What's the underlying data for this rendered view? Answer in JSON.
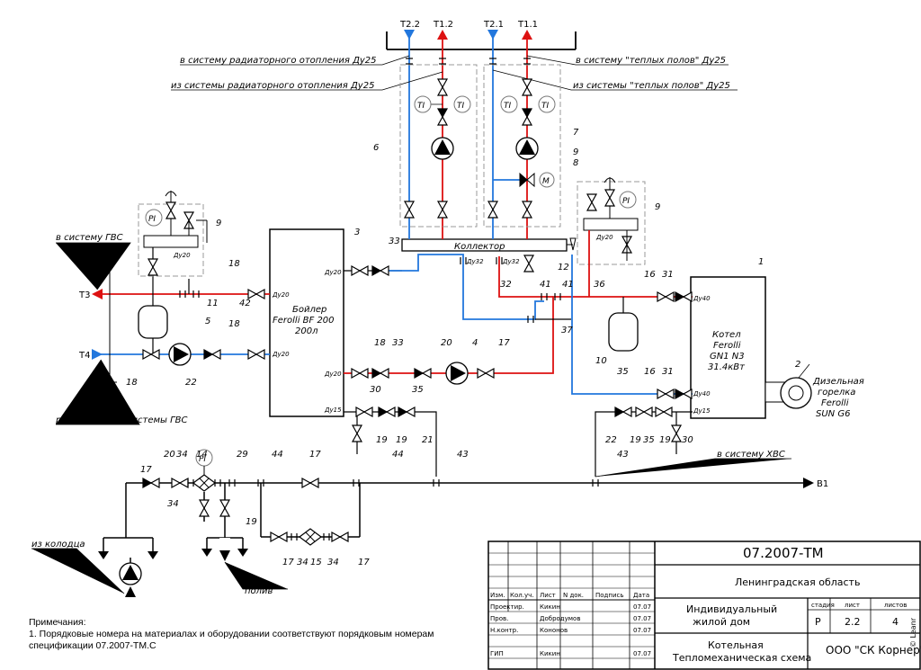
{
  "ports": {
    "t22": "T2.2",
    "t12": "T1.2",
    "t21": "T2.1",
    "t11": "T1.1",
    "t3": "T3",
    "t4": "T4",
    "b1": "B1"
  },
  "labels": {
    "to_radiator": "в систему радиаторного отопления Ду25",
    "from_radiator": "из системы радиаторного отопления Ду25",
    "to_floor": "в систему \"теплых полов\" Ду25",
    "from_floor": "из системы \"теплых полов\" Ду25",
    "to_dhw": "в систему ГВС",
    "recirc": "рециркуляция системы ГВС",
    "from_well": "из колодца",
    "watering": "полив",
    "to_cold": "в систему ХВС"
  },
  "equipment": {
    "boiler_l1": "Бойлер",
    "boiler_l2": "Ferolli BF 200",
    "boiler_l3": "200л",
    "kotel_l1": "Котел",
    "kotel_l2": "Ferolli",
    "kotel_l3": "GN1 N3",
    "kotel_l4": "31.4кВт",
    "burner_l1": "Дизельная",
    "burner_l2": "горелка",
    "burner_l3": "Ferolli",
    "burner_l4": "SUN G6",
    "collector": "Коллектор",
    "ti": "TI",
    "pi": "PI",
    "m": "M"
  },
  "dn": {
    "d20": "Ду20",
    "d40": "Ду40",
    "d15": "Ду15",
    "d32": "Ду32"
  },
  "numbers": [
    "1",
    "2",
    "3",
    "4",
    "5",
    "6",
    "7",
    "8",
    "9",
    "9",
    "9",
    "10",
    "11",
    "12",
    "14",
    "15",
    "16",
    "16",
    "17",
    "17",
    "17",
    "17",
    "17",
    "18",
    "18",
    "18",
    "18",
    "19",
    "19",
    "19",
    "19",
    "19",
    "20",
    "20",
    "21",
    "22",
    "22",
    "29",
    "30",
    "30",
    "31",
    "31",
    "32",
    "33",
    "33",
    "34",
    "34",
    "34",
    "34",
    "35",
    "35",
    "35",
    "36",
    "37",
    "41",
    "41",
    "42",
    "43",
    "43",
    "44",
    "44"
  ],
  "notes": {
    "title": "Примечания:",
    "line1": "1. Порядковые номера на материалах и оборудовании соответствуют порядковым номерам",
    "line2": "спецификации 07.2007-ТМ.С"
  },
  "stamp": {
    "code": "07.2007-ТМ",
    "region": "Ленинградская область",
    "object_l1": "Индивидуальный",
    "object_l2": "жилой дом",
    "sheet_l1": "Котельная",
    "sheet_l2": "Тепломеханическая схема",
    "company": "ООО \"СК Корнер\"",
    "h_izm": "Изм.",
    "h_kol": "Кол.уч.",
    "h_list": "Лист",
    "h_ndok": "N док.",
    "h_podp": "Подпись",
    "h_data": "Дата",
    "r1_role": "Проектир.",
    "r1_name": "Кикин",
    "r1_date": "07.07",
    "r2_role": "Пров.",
    "r2_name": "Добродумов",
    "r2_date": "07.07",
    "r3_role": "Н.контр.",
    "r3_name": "Кононов",
    "r3_date": "07.07",
    "r4_role": "ГИП",
    "r4_name": "Кикин",
    "r4_date": "07.07",
    "stage_h": "стадия",
    "sheet_h": "лист",
    "sheets_h": "листов",
    "stage": "Р",
    "sheet": "2.2",
    "sheets": "4"
  },
  "watermark": "© Leanr"
}
